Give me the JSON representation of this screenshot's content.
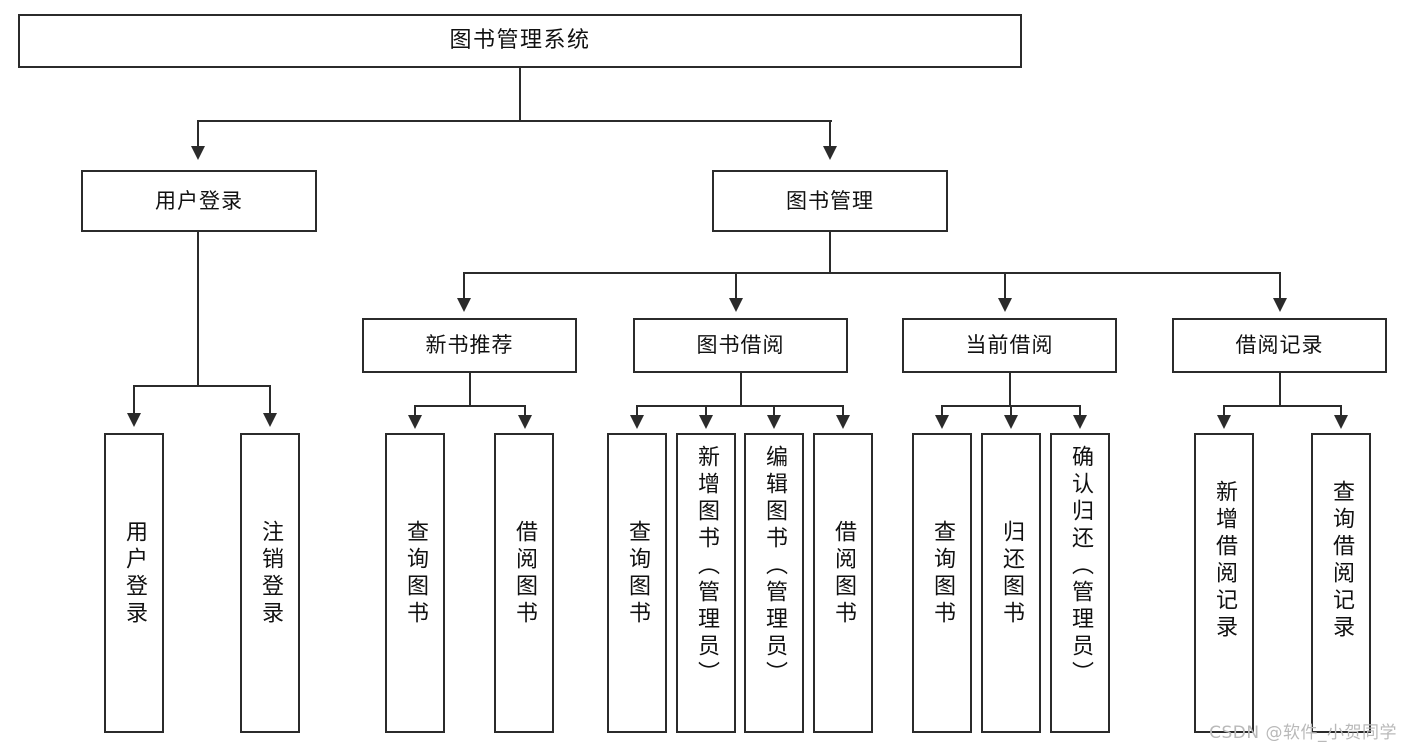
{
  "diagram": {
    "title": "图书管理系统",
    "type": "tree-hierarchy-chart",
    "root": {
      "label": "图书管理系统"
    },
    "level2": [
      {
        "label": "用户登录"
      },
      {
        "label": "图书管理"
      }
    ],
    "level3": [
      {
        "label": "新书推荐"
      },
      {
        "label": "图书借阅"
      },
      {
        "label": "当前借阅"
      },
      {
        "label": "借阅记录"
      }
    ],
    "leaves": {
      "user_login": [
        {
          "label": "用户登录"
        },
        {
          "label": "注销登录"
        }
      ],
      "new_book_recommend": [
        {
          "label": "查询图书"
        },
        {
          "label": "借阅图书"
        }
      ],
      "book_borrow": [
        {
          "label": "查询图书"
        },
        {
          "label": "新增图书（管理员）"
        },
        {
          "label": "编辑图书（管理员）"
        },
        {
          "label": "借阅图书"
        }
      ],
      "current_borrow": [
        {
          "label": "查询图书"
        },
        {
          "label": "归还图书"
        },
        {
          "label": "确认归还（管理员）"
        }
      ],
      "borrow_record": [
        {
          "label": "新增借阅记录"
        },
        {
          "label": "查询借阅记录"
        }
      ]
    }
  },
  "watermark": {
    "text": "CSDN @软件_小贺同学"
  },
  "colors": {
    "stroke": "#2b2b2b",
    "fill": "#ffffff",
    "text": "#111111",
    "watermark": "#b9b9b9"
  }
}
